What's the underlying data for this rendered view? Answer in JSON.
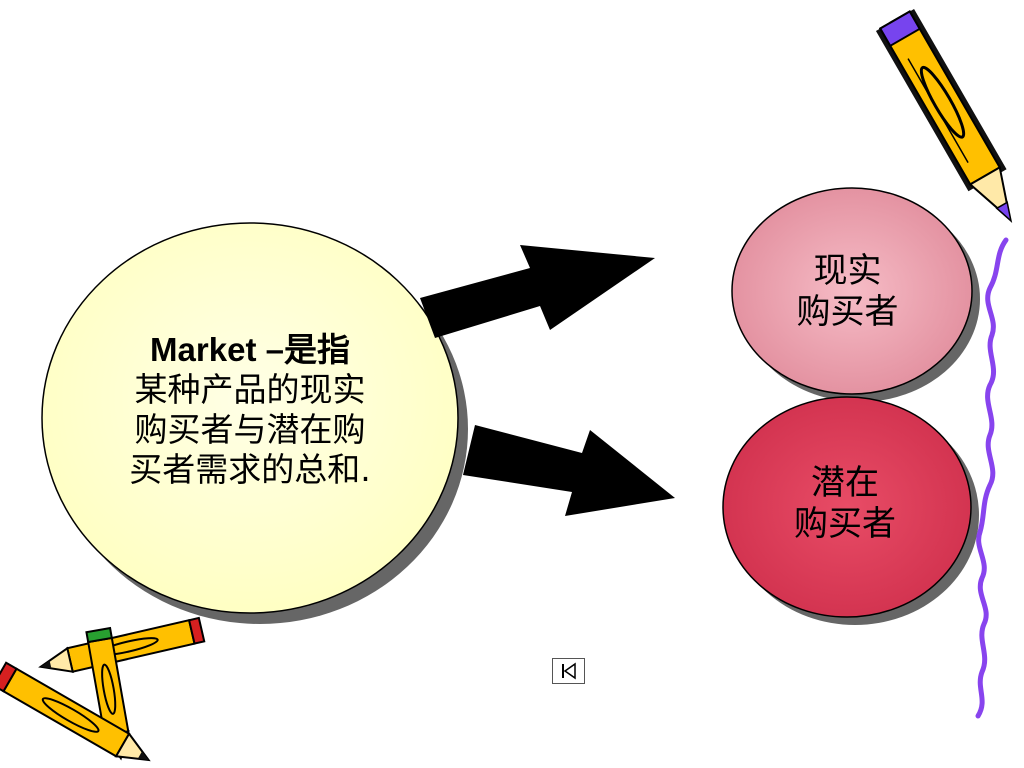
{
  "main_circle": {
    "lines": [
      "Market –是指",
      "某种产品的现实",
      "购买者与潜在购",
      "买者需求的总和."
    ],
    "fill_color": "#ffffcc"
  },
  "actual_buyers": {
    "lines": [
      "现实",
      "购买者"
    ],
    "fill_color": "#e5909f"
  },
  "potential_buyers": {
    "lines": [
      "潜在",
      "购买者"
    ],
    "fill_color": "#d63450"
  },
  "nav": {
    "icon": "first-slide-icon"
  },
  "colors": {
    "arrow": "#000000",
    "shadow": "#666666",
    "pencil_body": "#ffc000",
    "pencil_accent": "#7744ee",
    "squiggle": "#8844ee"
  }
}
